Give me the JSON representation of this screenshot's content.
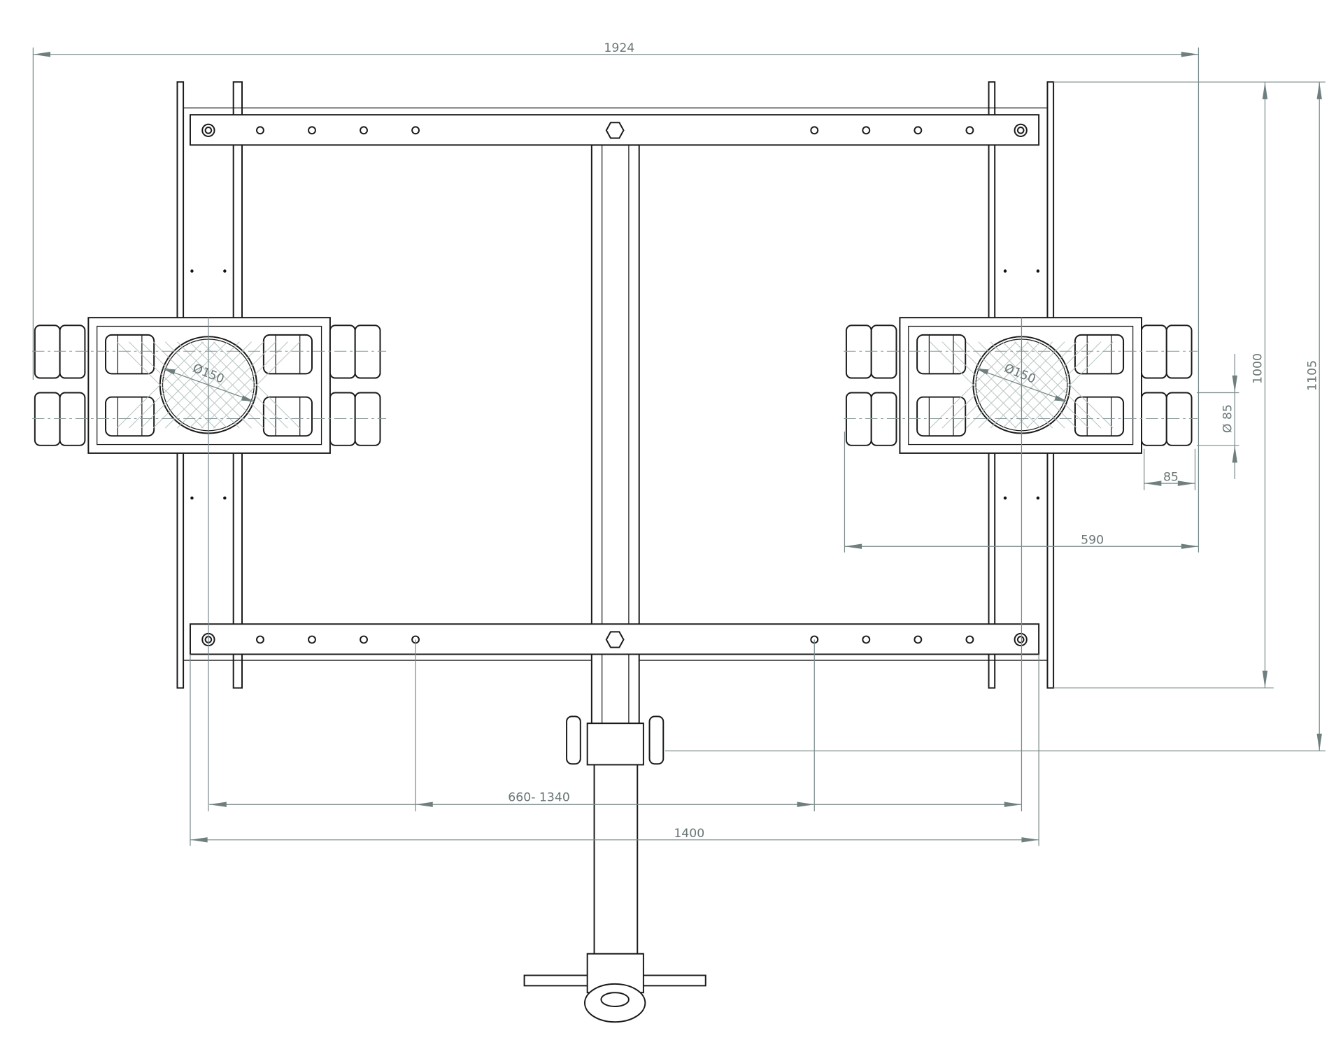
{
  "drawing": {
    "title": "Skate trolley with drawbar - top view",
    "dimensions": {
      "overall_width": "1924",
      "height_frame": "1000",
      "height_total": "1105",
      "skate_width": "590",
      "roller_width": "85",
      "roller_diameter": "Ø 85",
      "turntable_diameter_left": "Ø150",
      "turntable_diameter_right": "Ø150",
      "adjustable_range": "660- 1340",
      "beam_length": "1400"
    },
    "colors": {
      "line": "#1a1a1a",
      "dimension": "#7a8a8a"
    }
  }
}
